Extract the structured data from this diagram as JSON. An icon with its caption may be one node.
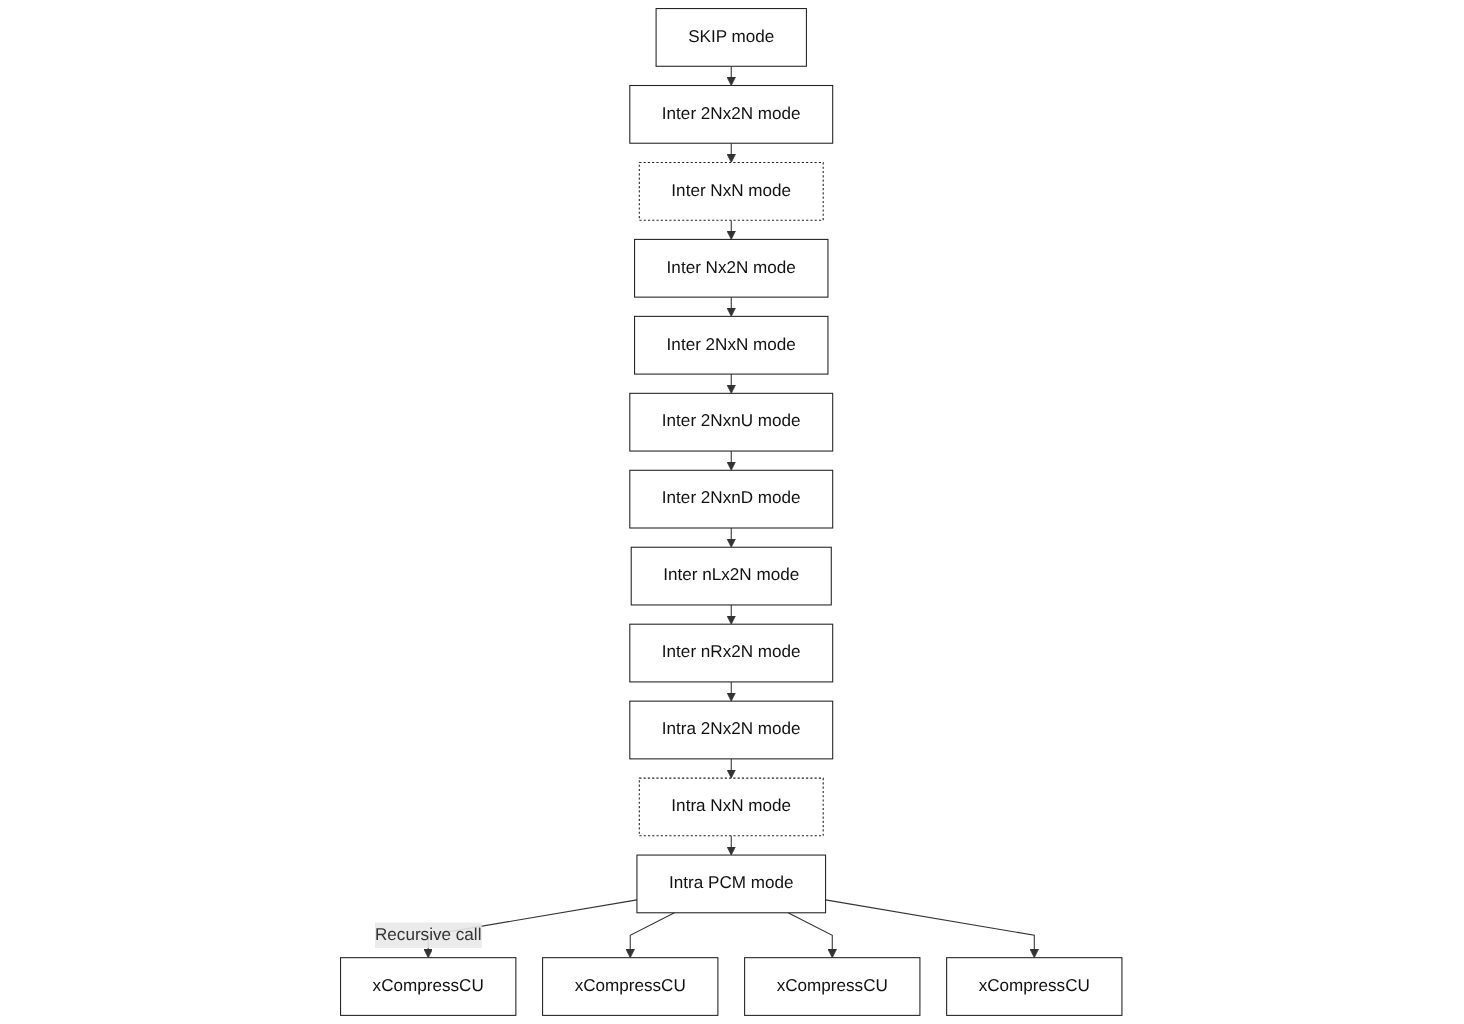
{
  "diagram": {
    "nodes": [
      {
        "text": [
          "SKIP mode"
        ]
      },
      {
        "text": [
          "Inter 2Nx2N mode"
        ]
      },
      {
        "text": [
          "Inter NxN mode"
        ]
      },
      {
        "text": [
          "Inter Nx2N mode"
        ]
      },
      {
        "text": [
          "Inter 2NxN mode"
        ]
      },
      {
        "text": [
          "Inter 2NxnU mode"
        ]
      },
      {
        "text": [
          "Inter 2NxnD mode"
        ]
      },
      {
        "text": [
          "Inter nLx2N mode"
        ]
      },
      {
        "text": [
          "Inter nRx2N mode"
        ]
      },
      {
        "text": [
          "Intra 2Nx2N mode"
        ]
      },
      {
        "text": [
          "Intra NxN mode"
        ]
      },
      {
        "text": [
          "Intra PCM mode"
        ]
      },
      {
        "text": [
          "xCompressCU"
        ]
      },
      {
        "text": [
          "xCompressCU"
        ]
      },
      {
        "text": [
          "xCompressCU"
        ]
      },
      {
        "text": [
          "xCompressCU"
        ]
      }
    ],
    "edges": [
      {
        "from": 0,
        "to": 1,
        "arrow": "to"
      },
      {
        "from": 1,
        "to": 2,
        "arrow": "to"
      },
      {
        "from": 2,
        "to": 3,
        "arrow": "to"
      },
      {
        "from": 3,
        "to": 4,
        "arrow": "to"
      },
      {
        "from": 4,
        "to": 5,
        "arrow": "to"
      },
      {
        "from": 5,
        "to": 6,
        "arrow": "to"
      },
      {
        "from": 6,
        "to": 7,
        "arrow": "to"
      },
      {
        "from": 7,
        "to": 8,
        "arrow": "to"
      },
      {
        "from": 8,
        "to": 9,
        "arrow": "to"
      },
      {
        "from": 9,
        "to": 10,
        "arrow": "to"
      },
      {
        "from": 10,
        "to": 11,
        "arrow": "to"
      },
      {
        "from": 11,
        "to": 12,
        "arrow": "to",
        "label": "Recursive call"
      },
      {
        "from": 11,
        "to": 13,
        "arrow": "to"
      },
      {
        "from": 11,
        "to": 14,
        "arrow": "to"
      },
      {
        "from": 11,
        "to": 15,
        "arrow": "to"
      }
    ]
  }
}
